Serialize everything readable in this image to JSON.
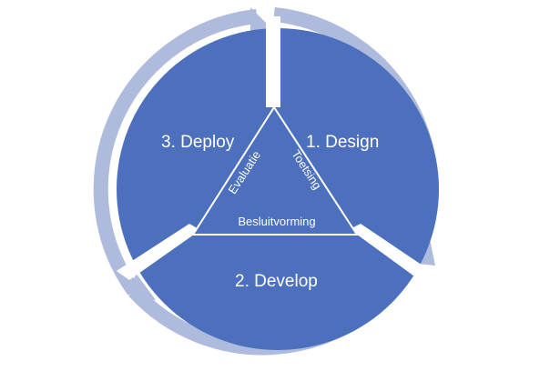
{
  "diagram": {
    "phases": [
      {
        "label": "1. Design"
      },
      {
        "label": "2. Develop"
      },
      {
        "label": "3. Deploy"
      }
    ],
    "triangle": {
      "left_side": "Evaluatie",
      "right_side": "Toetsing",
      "bottom_side": "Besluitvorming"
    },
    "colors": {
      "segment_fill": "#4c70bd",
      "outer_ring": "#aebbdc",
      "separator": "#ffffff",
      "text": "#ffffff"
    }
  }
}
